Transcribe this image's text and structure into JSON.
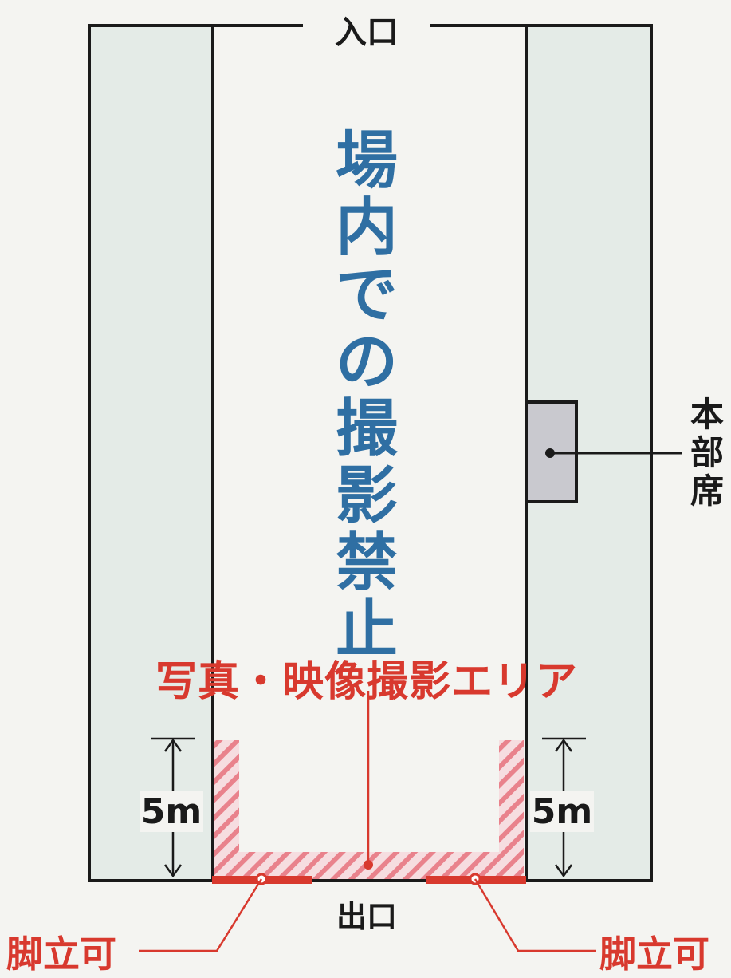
{
  "labels": {
    "entrance": "入口",
    "exit": "出口",
    "no_photo_zone": "場内での撮影禁止",
    "headquarters_seat": "本部席",
    "photo_video_area": "写真・映像撮影エリア",
    "distance_left": "5m",
    "distance_right": "5m",
    "tripod_left": "脚立可",
    "tripod_right": "脚立可"
  },
  "colors": {
    "accent_red": "#d8392e",
    "text_blue": "#2f6fa3",
    "panel_fill": "#e4ebe7",
    "headquarters_fill": "#c9c9cf",
    "outline": "#1a1a1a"
  }
}
